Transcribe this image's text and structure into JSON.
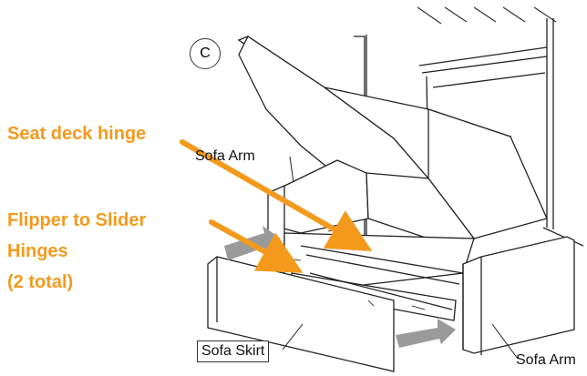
{
  "diagram": {
    "step_marker": "C",
    "callouts": {
      "seat_deck_hinge": "Seat deck hinge",
      "flipper_line1": "Flipper to Slider",
      "flipper_line2": "Hinges",
      "flipper_line3": "(2 total)"
    },
    "labels": {
      "sofa_arm_top": "Sofa Arm",
      "sofa_arm_bottom": "Sofa Arm",
      "sofa_skirt": "Sofa Skirt"
    },
    "colors": {
      "callout": "#f39a1d",
      "motion_arrow": "#9a9a9a",
      "line": "#222222"
    }
  }
}
